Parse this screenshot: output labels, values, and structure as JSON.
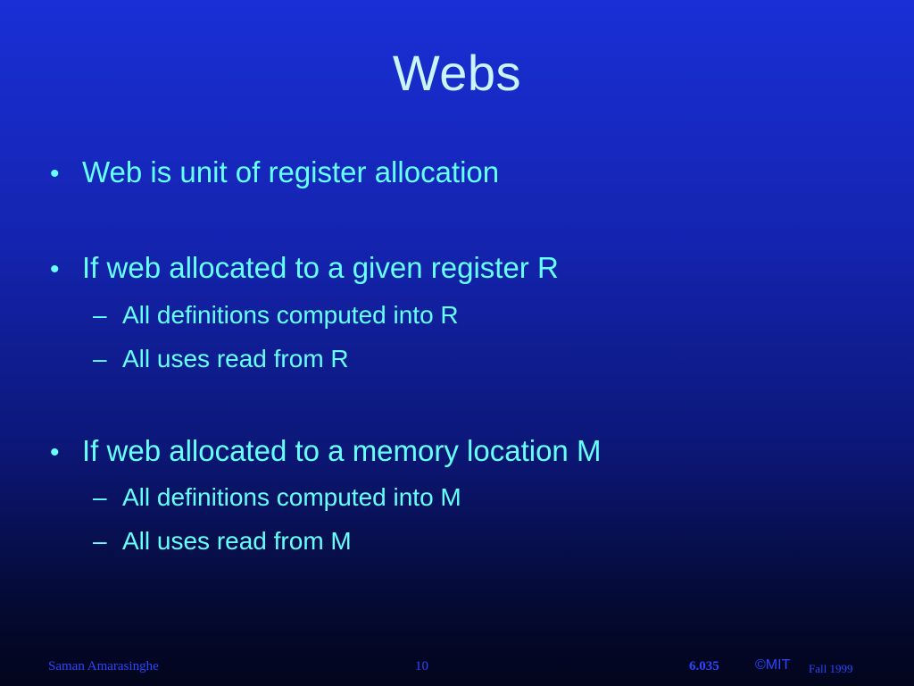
{
  "slide": {
    "title": "Webs",
    "bullets": [
      {
        "text": "Web is unit of register allocation",
        "marker": "•"
      },
      {
        "text": "If web allocated to a given register R",
        "marker": "•",
        "subs": [
          {
            "text": "All definitions computed into R",
            "marker": "–"
          },
          {
            "text": "All uses read from R",
            "marker": "–"
          }
        ]
      },
      {
        "text": "If web allocated to a memory location M",
        "marker": "•",
        "subs": [
          {
            "text": "All definitions computed into M",
            "marker": "–"
          },
          {
            "text": "All uses read from M",
            "marker": "–"
          }
        ]
      }
    ]
  },
  "footer": {
    "author": "Saman Amarasinghe",
    "page": "10",
    "course": "6.035",
    "copyright": "©MIT",
    "term": "Fall 1999"
  },
  "colors": {
    "background_top": "#1a2fd6",
    "background_bottom": "#02051c",
    "title": "#c8f5ff",
    "body_text": "#66ffff",
    "footer_text": "#2b46ff"
  }
}
